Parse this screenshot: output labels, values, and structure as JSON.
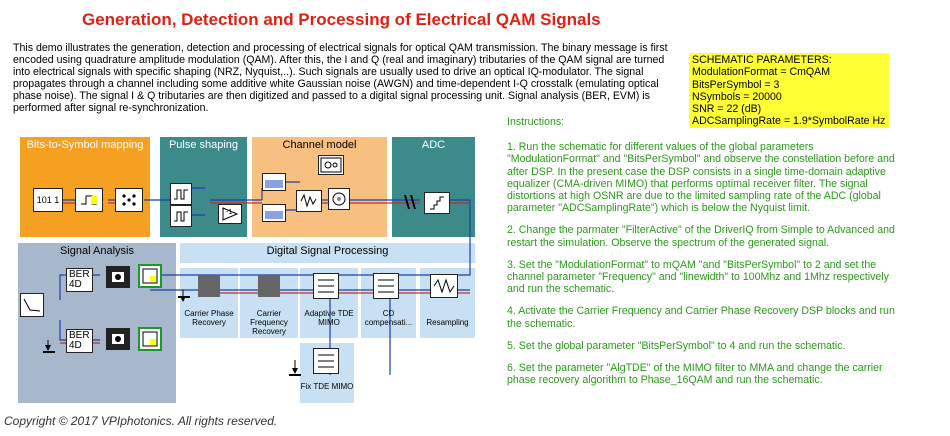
{
  "title": "Generation, Detection and Processing of Electrical QAM Signals",
  "description": "This demo illustrates the generation, detection and processing of electrical signals for optical QAM transmission. The binary message is first encoded using quadrature amplitude modulation (QAM). After this, the I and Q (real and imaginary) tributaries of the QAM signal are turned into electrical signals with specific shaping (NRZ, Nyquist,..). Such signals are usually used to drive an optical IQ-modulator. The signal propagates through a channel including some additive white Gaussian noise (AWGN) and time-dependent I-Q crosstalk (emulating optical phase noise). The signal I & Q tributaries are then digitized and passed to a digital signal processing unit. Signal analysis (BER, EVM) is performed after signal re-synchronization.",
  "params": {
    "heading": "SCHEMATIC PARAMETERS:",
    "lines": [
      "ModulationFormat = CmQAM",
      "BitsPerSymbol = 3",
      "NSymbols = 20000",
      "SNR = 22 (dB)",
      "ADCSamplingRate = 1.9*SymbolRate Hz"
    ]
  },
  "instructions": {
    "heading": "Instructions:",
    "items": [
      "1. Run the schematic for different values of the global parameters \"ModulationFormat\" and \"BitsPerSymbol\" and observe the constellation before and after DSP. In the present case the DSP consists in a single  time-domain adaptive equalizer (CMA-driven MIMO) that performs optimal receiver filter. The signal distortions at high OSNR are due to the limited sampling rate of the ADC (global parameter \"ADCSamplingRate\") which is below the Nyquist limit.",
      "2. Change the parmater \"FilterActive\" of the DriverIQ from Simple to Advanced and restart the simulation. Observe the spectrum of the generated signal.",
      "3. Set the \"ModulationFormat\" to mQAM \"and \"BitsPerSymbol\" to 2 and set the channel parameter \"Frequency\" and \"linewidth\" to 100Mhz and 1Mhz respectively and run the schematic.",
      "4. Activate the Carrier Frequency and Carrier Phase Recovery DSP blocks and run the schematic.",
      "5. Set the global parameter \"BitsPerSymbol\" to 4 and run the schematic.",
      "6. Set the parameter \"AlgTDE\" of the MIMO filter to MMA and change the carrier phase recovery algorithm to Phase_16QAM and run the schematic."
    ]
  },
  "blocks": {
    "bits_to_symbol": "Bits-to-Symbol mapping",
    "pulse_shaping": "Pulse shaping",
    "channel_model": "Channel model",
    "adc": "ADC",
    "signal_analysis": "Signal Analysis",
    "dsp": "Digital Signal Processing"
  },
  "icons": {
    "bit_source": "101 1",
    "ber_label": "BER",
    "ber_4d": "4D",
    "gain": "-1"
  },
  "dsp_nodes": {
    "carrier_phase": "Carrier Phase Recovery",
    "carrier_freq": "Carrier Frequency Recovery",
    "adaptive_tde": "Adaptive TDE MIMO",
    "cd_comp": "CD compensati...",
    "resampling": "Resampling",
    "fix_tde": "Fix TDE MIMO"
  },
  "copyright": "Copyright © 2017 VPIphotonics. All rights reserved.",
  "colors": {
    "title": "#e02010",
    "bits_block": "#f5a020",
    "pulse_block": "#3c8a8a",
    "channel_block": "#f8c080",
    "adc_block": "#3c8a8a",
    "analysis_block": "#a8b8cc",
    "dsp_block": "#c8e0f4",
    "params_bg": "#ffff33",
    "instructions": "#2a9a1a"
  }
}
